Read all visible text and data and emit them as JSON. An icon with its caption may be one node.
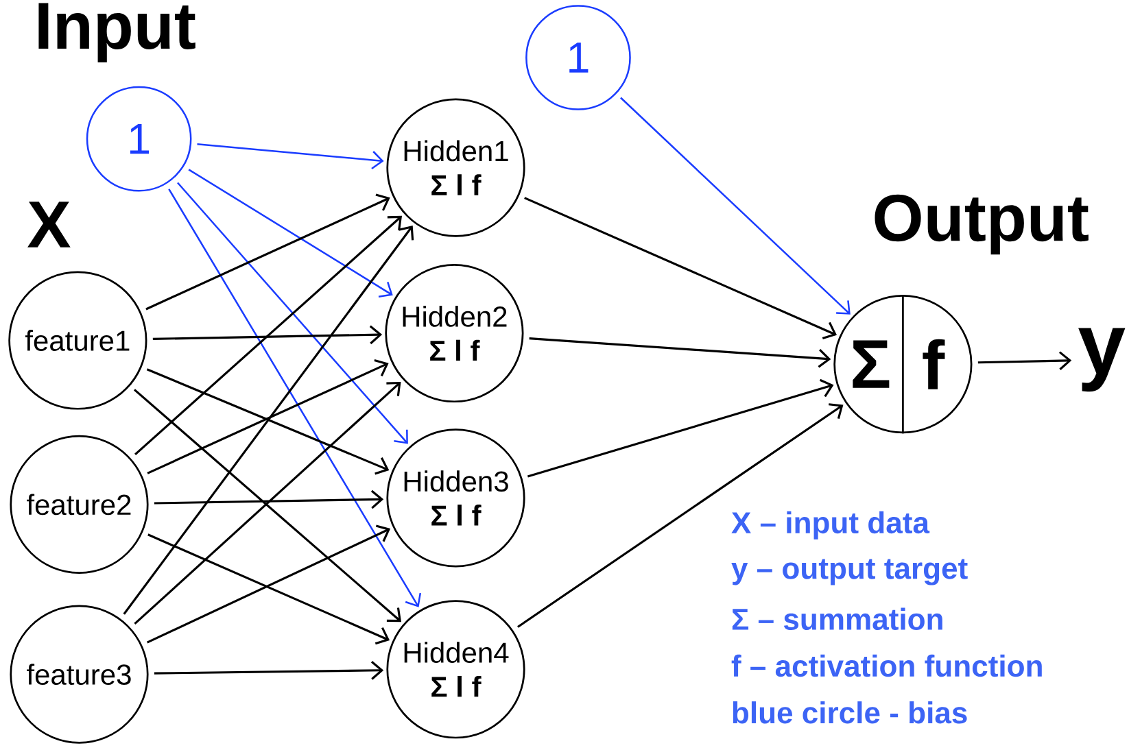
{
  "diagram": {
    "nodes": [
      {
        "text": [
          "1"
        ]
      },
      {
        "text": [
          "1"
        ]
      },
      {
        "text": [
          "feature1"
        ]
      },
      {
        "text": [
          "feature2"
        ]
      },
      {
        "text": [
          "feature3"
        ]
      },
      {
        "text": [
          "Hidden1",
          "Σ l f"
        ]
      },
      {
        "text": [
          "Hidden2",
          "Σ l f"
        ]
      },
      {
        "text": [
          "Hidden3",
          "Σ l f"
        ]
      },
      {
        "text": [
          "Hidden4",
          "Σ l f"
        ]
      },
      {
        "text": [
          "Σ",
          "f"
        ]
      },
      {
        "text": [
          "y"
        ]
      }
    ],
    "edges": [
      {
        "from": 0,
        "to": 5,
        "arrow": "to",
        "color": "#1a3cff"
      },
      {
        "from": 0,
        "to": 6,
        "arrow": "to",
        "color": "#1a3cff"
      },
      {
        "from": 0,
        "to": 7,
        "arrow": "to",
        "color": "#1a3cff"
      },
      {
        "from": 0,
        "to": 8,
        "arrow": "to",
        "color": "#1a3cff"
      },
      {
        "from": 2,
        "to": 5,
        "arrow": "to"
      },
      {
        "from": 2,
        "to": 6,
        "arrow": "to"
      },
      {
        "from": 2,
        "to": 7,
        "arrow": "to"
      },
      {
        "from": 2,
        "to": 8,
        "arrow": "to"
      },
      {
        "from": 3,
        "to": 5,
        "arrow": "to"
      },
      {
        "from": 3,
        "to": 6,
        "arrow": "to"
      },
      {
        "from": 3,
        "to": 7,
        "arrow": "to"
      },
      {
        "from": 3,
        "to": 8,
        "arrow": "to"
      },
      {
        "from": 4,
        "to": 5,
        "arrow": "to"
      },
      {
        "from": 4,
        "to": 6,
        "arrow": "to"
      },
      {
        "from": 4,
        "to": 7,
        "arrow": "to"
      },
      {
        "from": 4,
        "to": 8,
        "arrow": "to"
      },
      {
        "from": 1,
        "to": 9,
        "arrow": "to",
        "color": "#1a3cff"
      },
      {
        "from": 5,
        "to": 9,
        "arrow": "to"
      },
      {
        "from": 6,
        "to": 9,
        "arrow": "to"
      },
      {
        "from": 7,
        "to": 9,
        "arrow": "to"
      },
      {
        "from": 8,
        "to": 9,
        "arrow": "to"
      },
      {
        "from": 9,
        "to": 10,
        "arrow": "to"
      }
    ],
    "labels": [
      "Input",
      "X",
      "Output",
      "X – input data",
      "y – output target",
      "Σ – summation",
      "f – activation function",
      "blue circle - bias"
    ]
  }
}
